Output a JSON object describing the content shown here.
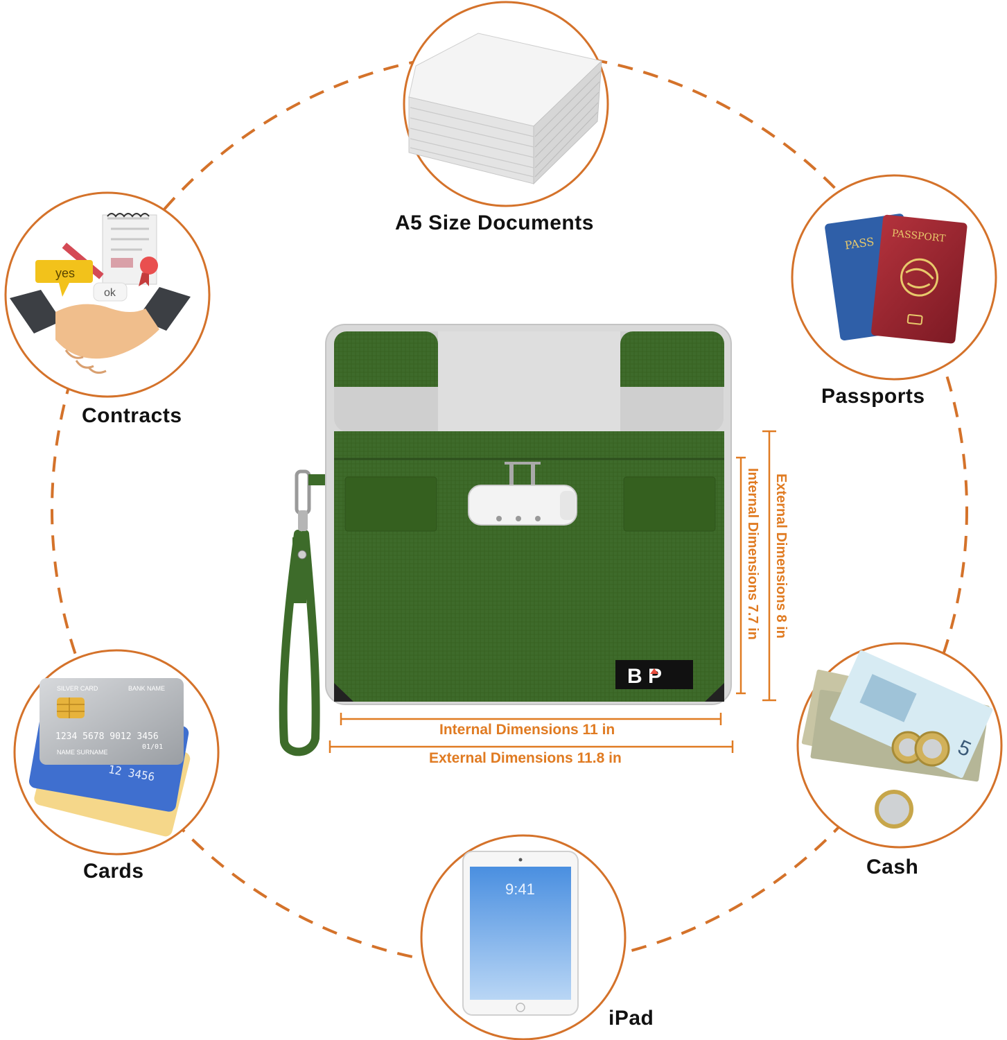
{
  "colors": {
    "accent_orange": "#d4722a",
    "dim_orange": "#e07b22",
    "bag_green": "#3d6b2a",
    "bag_silver": "#d9d9d9"
  },
  "labels": {
    "a5": "A5 Size Documents",
    "passports": "Passports",
    "contracts": "Contracts",
    "cards": "Cards",
    "cash": "Cash",
    "ipad": "iPad"
  },
  "dimensions": {
    "internal_width": "Internal Dimensions   11 in",
    "external_width": "External Dimensions   11.8 in",
    "internal_height": "Internal Dimensions   7.7 in",
    "external_height": "External Dimensions   8 in"
  },
  "artwork": {
    "contracts_bubble_yes": "yes",
    "contracts_bubble_ok": "ok",
    "passport_back": "PASS",
    "passport_front": "PASSPORT",
    "card_number": "1234  5678  9012  3456",
    "card_top_left": "SILVER CARD",
    "card_top_right": "BANK NAME",
    "card_holder": "NAME SURNAME",
    "card_expiry": "01/01",
    "ipad_time": "9:41",
    "logo": "B P",
    "cash_note": "5"
  }
}
